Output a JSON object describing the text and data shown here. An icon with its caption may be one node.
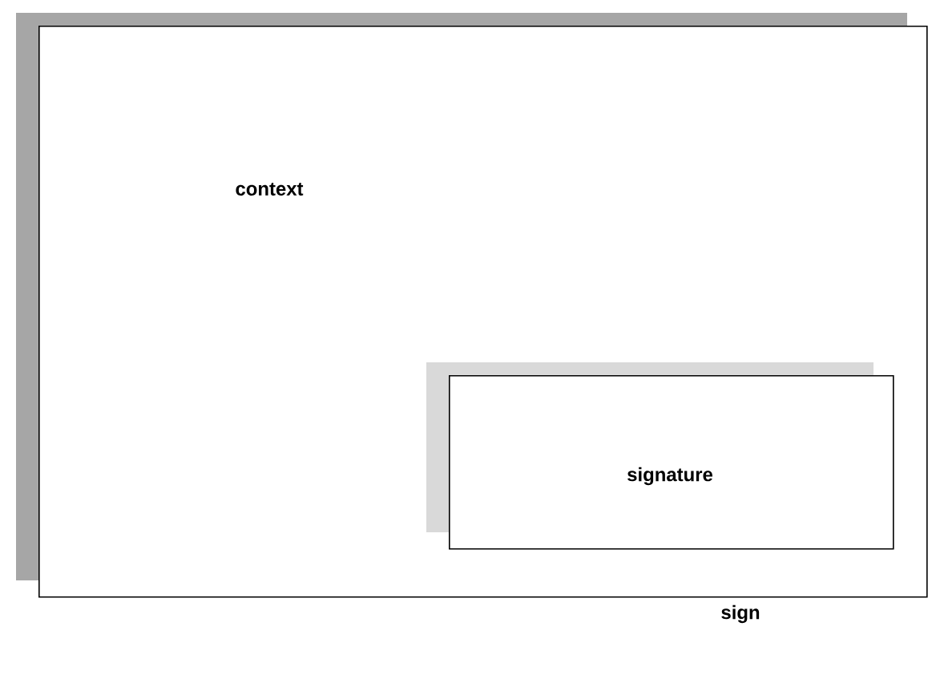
{
  "diagram": {
    "nodes": [
      {
        "text": [
          "context"
        ]
      },
      {
        "text": [
          "signature"
        ],
        "in": 0
      }
    ],
    "labels": [
      "sign"
    ]
  }
}
